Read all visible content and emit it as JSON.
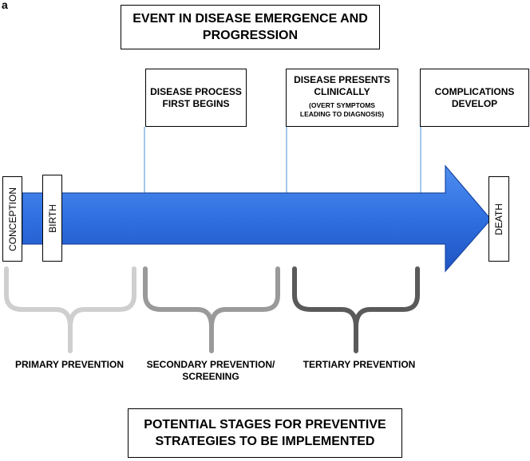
{
  "panel_label": "a",
  "title": {
    "line1": "EVENT IN DISEASE EMERGENCE AND",
    "line2": "PROGRESSION"
  },
  "events": [
    {
      "line1": "DISEASE PROCESS",
      "line2": "FIRST BEGINS"
    },
    {
      "line1": "DISEASE PRESENTS",
      "line2": "CLINICALLY",
      "note1": "(OVERT SYMPTOMS",
      "note2": "LEADING TO DIAGNOSIS)"
    },
    {
      "line1": "COMPLICATIONS",
      "line2": "DEVELOP"
    }
  ],
  "timeline": {
    "start_label": "CONCEPTION",
    "birth_label": "BIRTH",
    "end_label": "DEATH",
    "arrow_color": "#2f6fe0"
  },
  "stages": [
    {
      "line1": "PRIMARY PREVENTION",
      "line2": "",
      "color": "#cfcfcf"
    },
    {
      "line1": "SECONDARY PREVENTION/",
      "line2": "SCREENING",
      "color": "#9a9a9a"
    },
    {
      "line1": "TERTIARY PREVENTION",
      "line2": "",
      "color": "#5a5a5a"
    }
  ],
  "footer": {
    "line1": "POTENTIAL STAGES FOR PREVENTIVE",
    "line2": "STRATEGIES TO BE IMPLEMENTED"
  }
}
